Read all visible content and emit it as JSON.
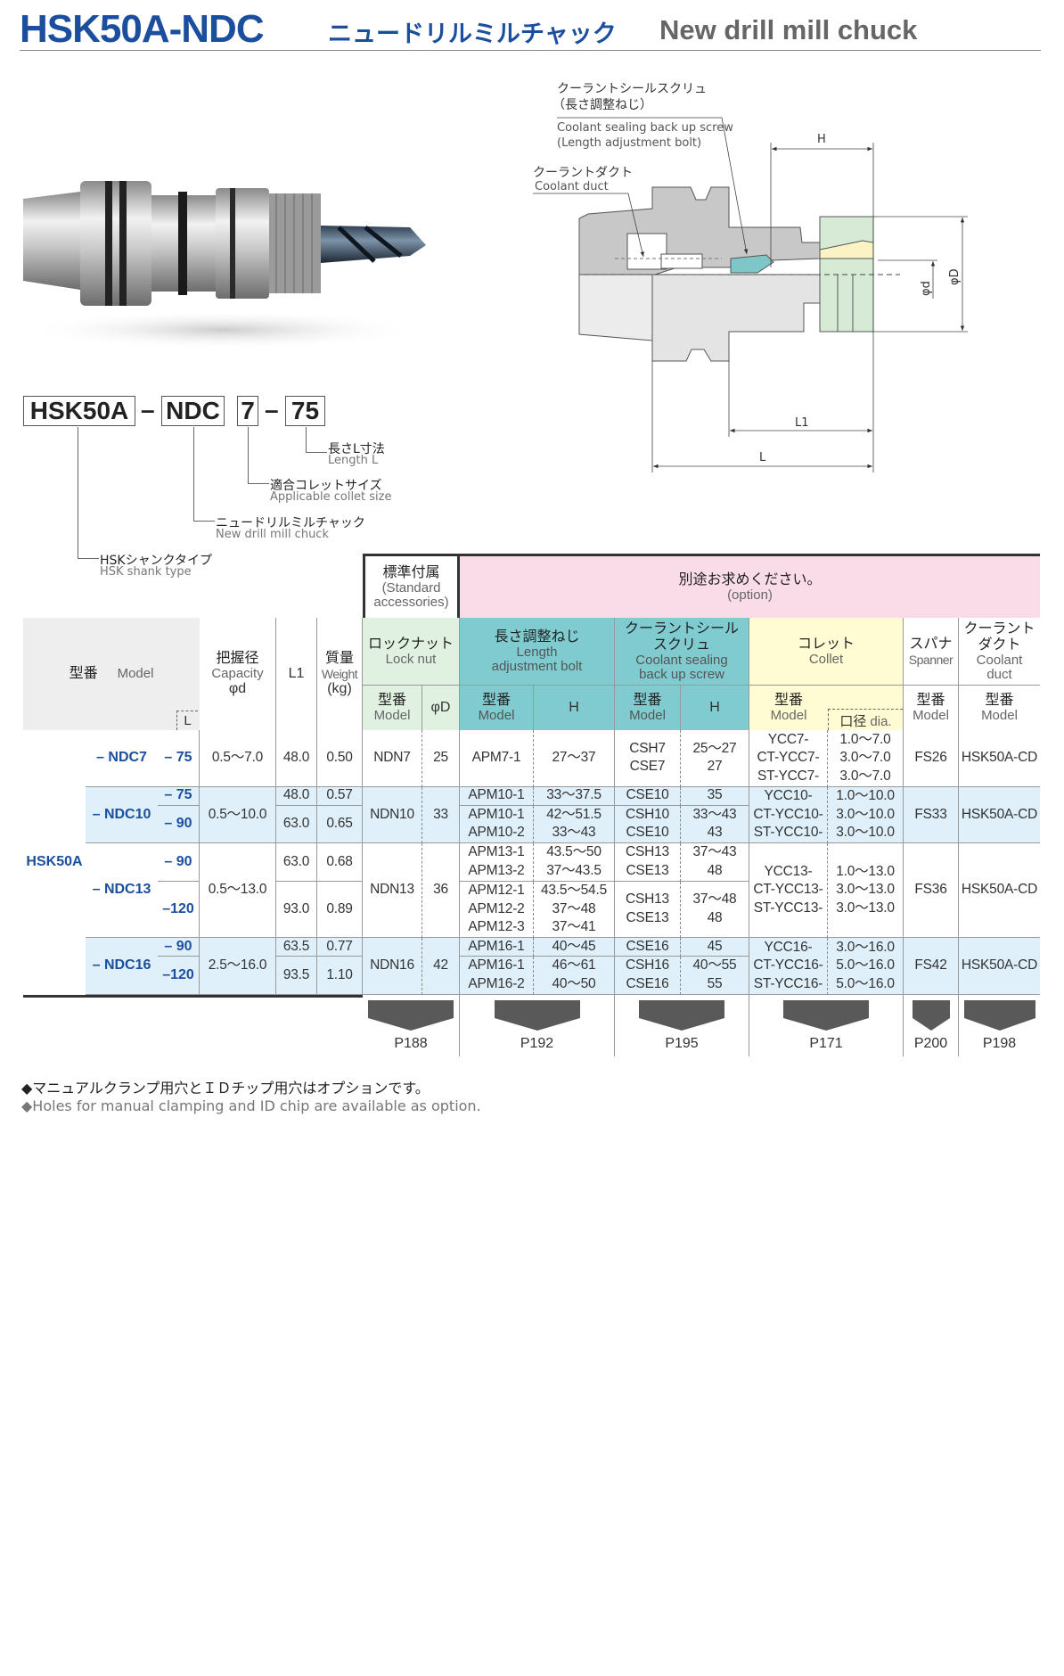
{
  "header": {
    "title_code": "HSK50A-NDC",
    "title_jp": "ニュードリルミルチャック",
    "title_en": "New drill mill chuck"
  },
  "code": {
    "parts": [
      "HSK50A",
      "NDC",
      "7",
      "75"
    ],
    "separator": "–",
    "labels": [
      {
        "jp": "長さL寸法",
        "en": "Length L"
      },
      {
        "jp": "適合コレットサイズ",
        "en": "Applicable collet size"
      },
      {
        "jp": "ニュードリルミルチャック",
        "en": "New drill mill chuck"
      },
      {
        "jp": "HSKシャンクタイプ",
        "en": "HSK shank type"
      }
    ]
  },
  "diagram": {
    "seal_jp": "クーラントシールスクリュ",
    "seal_jp2": "（長さ調整ねじ）",
    "seal_en": "Coolant sealing back up screw",
    "seal_en2": "(Length adjustment bolt)",
    "duct_jp": "クーラントダクト",
    "duct_en": "Coolant duct",
    "dim_H": "H",
    "dim_L1": "L1",
    "dim_L": "L",
    "dim_d": "φd",
    "dim_D": "φD"
  },
  "table": {
    "std_acc": {
      "jp": "標準付属",
      "en": "(Standard accessories)"
    },
    "option": {
      "jp": "別途お求めください。",
      "en": "(option)"
    },
    "cols": {
      "model": {
        "jp": "型番",
        "en": "Model",
        "sub": "L"
      },
      "capacity": {
        "jp": "把握径",
        "en": "Capacity",
        "sym": "φd"
      },
      "l1": "L1",
      "weight": {
        "jp": "質量",
        "en": "Weight",
        "unit": "(kg)"
      },
      "locknut": {
        "jp": "ロックナット",
        "en": "Lock nut"
      },
      "bolt": {
        "jp": "長さ調整ねじ",
        "en": "Length",
        "en2": "adjustment bolt"
      },
      "seal": {
        "jp": "クーラントシール",
        "jp2": "スクリュ",
        "en": "Coolant sealing",
        "en2": "back up screw"
      },
      "collet": {
        "jp": "コレット",
        "en": "Collet"
      },
      "spanner": {
        "jp": "スパナ",
        "en": "Spanner"
      },
      "duct": {
        "jp": "クーラント",
        "jp2": "ダクト",
        "en": "Coolant",
        "en2": "duct"
      }
    },
    "sub": {
      "model_jp": "型番",
      "model_en": "Model",
      "phiD": "φD",
      "H": "H",
      "dia_jp": "口径",
      "dia_en": "dia."
    },
    "shank": "HSK50A",
    "groups": [
      {
        "series": "– NDC7",
        "capacity": "0.5～7.0",
        "locknut_model": "NDN7",
        "locknut_D": "25",
        "spanner": "FS26",
        "duct": "HSK50A-CD",
        "collet_model": [
          "YCC7-",
          "CT-YCC7-",
          "ST-YCC7-"
        ],
        "collet_dia": [
          "1.0～7.0",
          "3.0～7.0",
          "3.0～7.0"
        ],
        "variants": [
          {
            "L": "–  75",
            "L1": "48.0",
            "weight": "0.50",
            "bolt_model": [
              "APM7-1"
            ],
            "bolt_H": [
              "27～37"
            ],
            "seal_model": [
              "CSH7",
              "CSE7"
            ],
            "seal_H": [
              "25～27",
              "27"
            ]
          }
        ]
      },
      {
        "series": "– NDC10",
        "capacity": "0.5～10.0",
        "locknut_model": "NDN10",
        "locknut_D": "33",
        "spanner": "FS33",
        "duct": "HSK50A-CD",
        "collet_model": [
          "YCC10-",
          "CT-YCC10-",
          "ST-YCC10-"
        ],
        "collet_dia": [
          "1.0～10.0",
          "3.0～10.0",
          "3.0～10.0"
        ],
        "variants": [
          {
            "L": "–  75",
            "L1": "48.0",
            "weight": "0.57",
            "bolt_model": [
              "APM10-1"
            ],
            "bolt_H": [
              "33～37.5"
            ],
            "seal_model": [
              "CSE10"
            ],
            "seal_H": [
              "35"
            ]
          },
          {
            "L": "–  90",
            "L1": "63.0",
            "weight": "0.65",
            "bolt_model": [
              "APM10-1",
              "APM10-2"
            ],
            "bolt_H": [
              "42～51.5",
              "33～43"
            ],
            "seal_model": [
              "CSH10",
              "CSE10"
            ],
            "seal_H": [
              "33～43",
              "43"
            ]
          }
        ]
      },
      {
        "series": "– NDC13",
        "capacity": "0.5～13.0",
        "locknut_model": "NDN13",
        "locknut_D": "36",
        "spanner": "FS36",
        "duct": "HSK50A-CD",
        "collet_model": [
          "YCC13-",
          "CT-YCC13-",
          "ST-YCC13-"
        ],
        "collet_dia": [
          "1.0～13.0",
          "3.0～13.0",
          "3.0～13.0"
        ],
        "variants": [
          {
            "L": "–  90",
            "L1": "63.0",
            "weight": "0.68",
            "bolt_model": [
              "APM13-1",
              "APM13-2"
            ],
            "bolt_H": [
              "43.5～50",
              "37～43.5"
            ],
            "seal_model": [
              "CSH13",
              "CSE13"
            ],
            "seal_H": [
              "37～43",
              "48"
            ]
          },
          {
            "L": "–120",
            "L1": "93.0",
            "weight": "0.89",
            "bolt_model": [
              "APM12-1",
              "APM12-2",
              "APM12-3"
            ],
            "bolt_H": [
              "43.5～54.5",
              "37～48",
              "37～41"
            ],
            "seal_model": [
              "CSH13",
              "CSE13"
            ],
            "seal_H": [
              "37～48",
              "48"
            ]
          }
        ]
      },
      {
        "series": "– NDC16",
        "capacity": "2.5～16.0",
        "locknut_model": "NDN16",
        "locknut_D": "42",
        "spanner": "FS42",
        "duct": "HSK50A-CD",
        "collet_model": [
          "YCC16-",
          "CT-YCC16-",
          "ST-YCC16-"
        ],
        "collet_dia": [
          "3.0～16.0",
          "5.0～16.0",
          "5.0～16.0"
        ],
        "variants": [
          {
            "L": "–  90",
            "L1": "63.5",
            "weight": "0.77",
            "bolt_model": [
              "APM16-1"
            ],
            "bolt_H": [
              "40～45"
            ],
            "seal_model": [
              "CSE16"
            ],
            "seal_H": [
              "45"
            ]
          },
          {
            "L": "–120",
            "L1": "93.5",
            "weight": "1.10",
            "bolt_model": [
              "APM16-1",
              "APM16-2"
            ],
            "bolt_H": [
              "46～61",
              "40～50"
            ],
            "seal_model": [
              "CSH16",
              "CSE16"
            ],
            "seal_H": [
              "40～55",
              "55"
            ]
          }
        ]
      }
    ],
    "refs": [
      "P188",
      "P192",
      "P195",
      "P171",
      "P200",
      "P198"
    ],
    "colors": {
      "pink": "#fadbe8",
      "green": "#e0f1e2",
      "teal": "#80cbd0",
      "yellow": "#fffbd3",
      "row_blue": "#dff0fb",
      "model_blue": "#1b4f9e"
    }
  },
  "notes": [
    "◆マニュアルクランプ用穴とＩＤチップ用穴はオプションです。",
    "◆Holes for manual clamping and ID chip are available as option."
  ]
}
